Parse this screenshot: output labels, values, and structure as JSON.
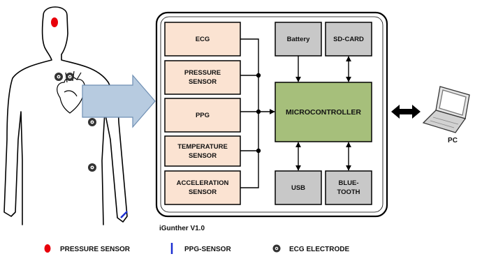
{
  "system": {
    "name": "iGunther V1.0",
    "sensors": [
      {
        "id": "ecg",
        "lines": [
          "ECG"
        ]
      },
      {
        "id": "pressure",
        "lines": [
          "PRESSURE",
          "SENSOR"
        ]
      },
      {
        "id": "ppg",
        "lines": [
          "PPG"
        ]
      },
      {
        "id": "temperature",
        "lines": [
          "TEMPERATURE",
          "SENSOR"
        ]
      },
      {
        "id": "acceleration",
        "lines": [
          "ACCELERATION",
          "SENSOR"
        ]
      }
    ],
    "top_blocks": [
      {
        "id": "battery",
        "lines": [
          "Battery"
        ]
      },
      {
        "id": "sdcard",
        "lines": [
          "SD-CARD"
        ]
      }
    ],
    "bottom_blocks": [
      {
        "id": "usb",
        "lines": [
          "USB"
        ]
      },
      {
        "id": "bluetooth",
        "lines": [
          "BLUE-",
          "TOOTH"
        ]
      }
    ],
    "microcontroller": "MICROCONTROLLER"
  },
  "pc_label": "PC",
  "legend": [
    {
      "icon": "pressure-sensor-marker-icon",
      "label": "PRESSURE SENSOR"
    },
    {
      "icon": "ppg-sensor-marker-icon",
      "label": "PPG-SENSOR"
    },
    {
      "icon": "ecg-electrode-marker-icon",
      "label": "ECG ELECTRODE"
    }
  ],
  "colors": {
    "sensor_fill": "#fbe3d2",
    "micro_fill": "#a6bf7b",
    "block_fill": "#c8c8c8",
    "big_arrow": "#b7cbe0",
    "pressure_marker": "#e8000b",
    "ppg_marker": "#1c2fd1"
  }
}
